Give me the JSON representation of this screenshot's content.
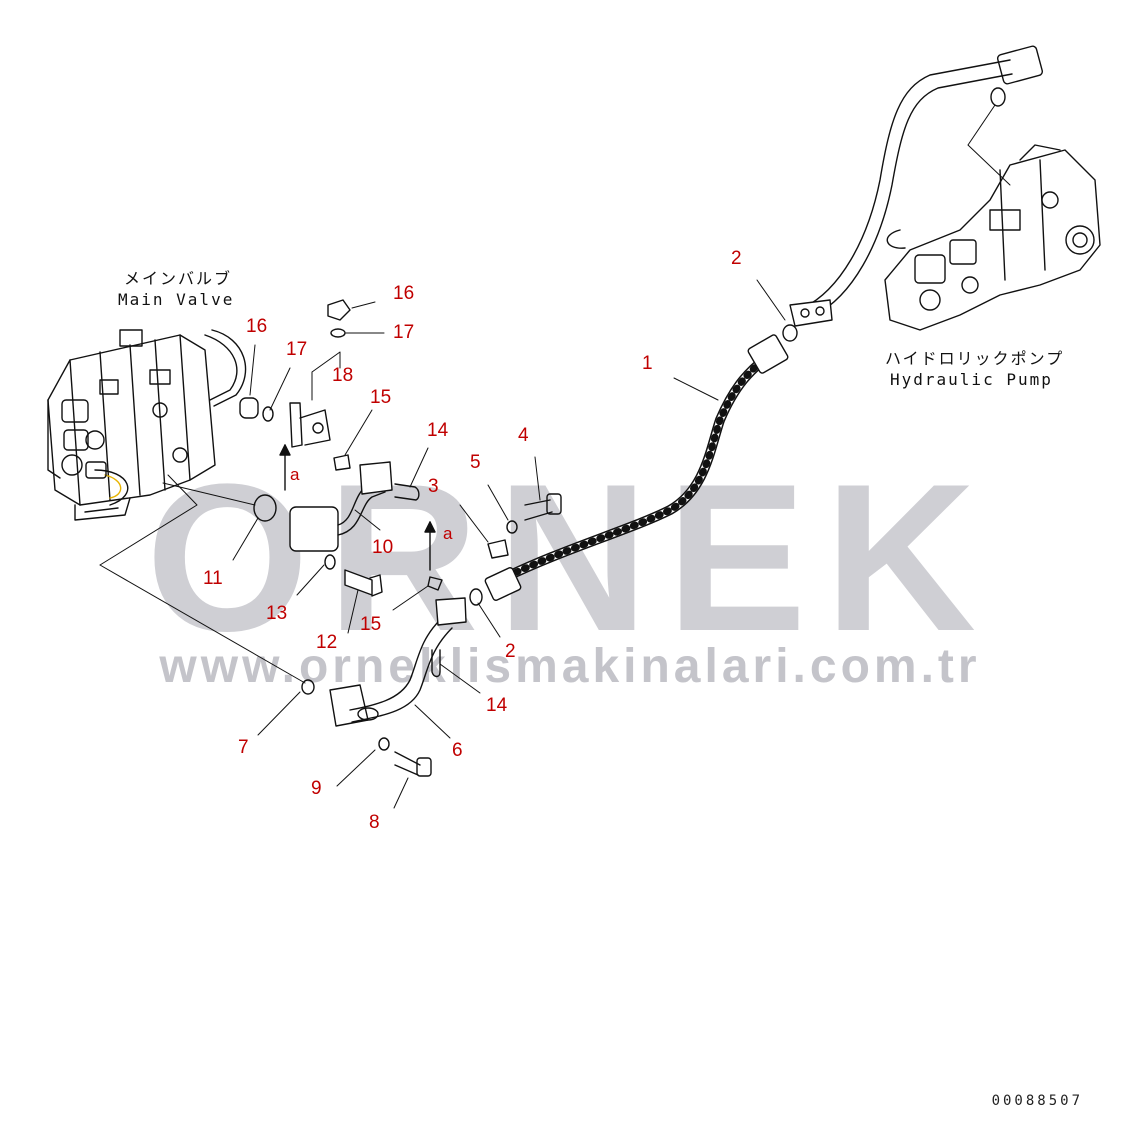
{
  "labels": {
    "main_valve_jp": "メインバルブ",
    "main_valve_en": "Main Valve",
    "pump_jp": "ハイドロリックポンプ",
    "pump_en": "Hydraulic Pump",
    "arrow_a": "a",
    "doc_number": "00088507"
  },
  "watermark": {
    "brand": "ORNEK",
    "url": "www.orneklismakinalari.com.tr"
  },
  "callouts": [
    {
      "id": "c1",
      "text": "1"
    },
    {
      "id": "c2a",
      "text": "2"
    },
    {
      "id": "c2b",
      "text": "2"
    },
    {
      "id": "c3",
      "text": "3"
    },
    {
      "id": "c4",
      "text": "4"
    },
    {
      "id": "c5",
      "text": "5"
    },
    {
      "id": "c6",
      "text": "6"
    },
    {
      "id": "c7",
      "text": "7"
    },
    {
      "id": "c8",
      "text": "8"
    },
    {
      "id": "c9",
      "text": "9"
    },
    {
      "id": "c10",
      "text": "10"
    },
    {
      "id": "c11",
      "text": "11"
    },
    {
      "id": "c12",
      "text": "12"
    },
    {
      "id": "c13",
      "text": "13"
    },
    {
      "id": "c14a",
      "text": "14"
    },
    {
      "id": "c14b",
      "text": "14"
    },
    {
      "id": "c15a",
      "text": "15"
    },
    {
      "id": "c15b",
      "text": "15"
    },
    {
      "id": "c16a",
      "text": "16"
    },
    {
      "id": "c16b",
      "text": "16"
    },
    {
      "id": "c17a",
      "text": "17"
    },
    {
      "id": "c17b",
      "text": "17"
    },
    {
      "id": "c18",
      "text": "18"
    }
  ],
  "colors": {
    "callout": "#c00000",
    "line": "#111111",
    "watermark": "#c9c9ce"
  }
}
